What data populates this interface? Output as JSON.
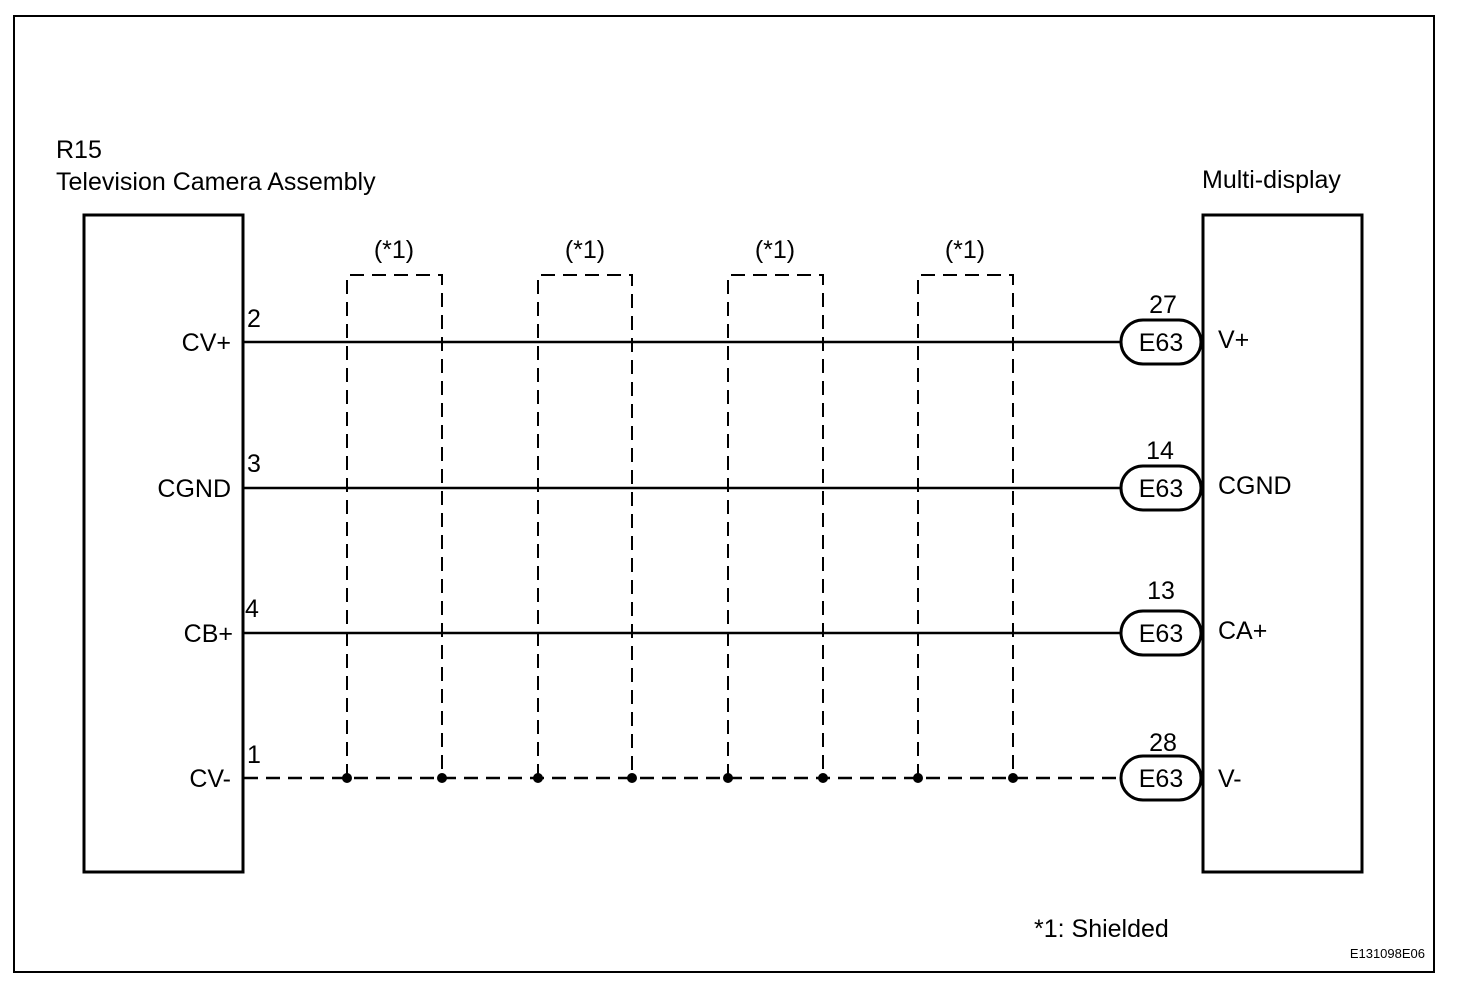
{
  "left_component": {
    "code": "R15",
    "name": "Television Camera Assembly"
  },
  "right_component": {
    "name": "Multi-display"
  },
  "shield_label": "(*1)",
  "wires": [
    {
      "left_pin": "2",
      "left_label": "CV+",
      "connector": "E63",
      "right_pin": "27",
      "right_label": "V+",
      "dashed": false
    },
    {
      "left_pin": "3",
      "left_label": "CGND",
      "connector": "E63",
      "right_pin": "14",
      "right_label": "CGND",
      "dashed": false
    },
    {
      "left_pin": "4",
      "left_label": "CB+",
      "connector": "E63",
      "right_pin": "13",
      "right_label": "CA+",
      "dashed": false
    },
    {
      "left_pin": "1",
      "left_label": "CV-",
      "connector": "E63",
      "right_pin": "28",
      "right_label": "V-",
      "dashed": true
    }
  ],
  "footnote": "*1: Shielded",
  "figure_id": "E131098E06"
}
